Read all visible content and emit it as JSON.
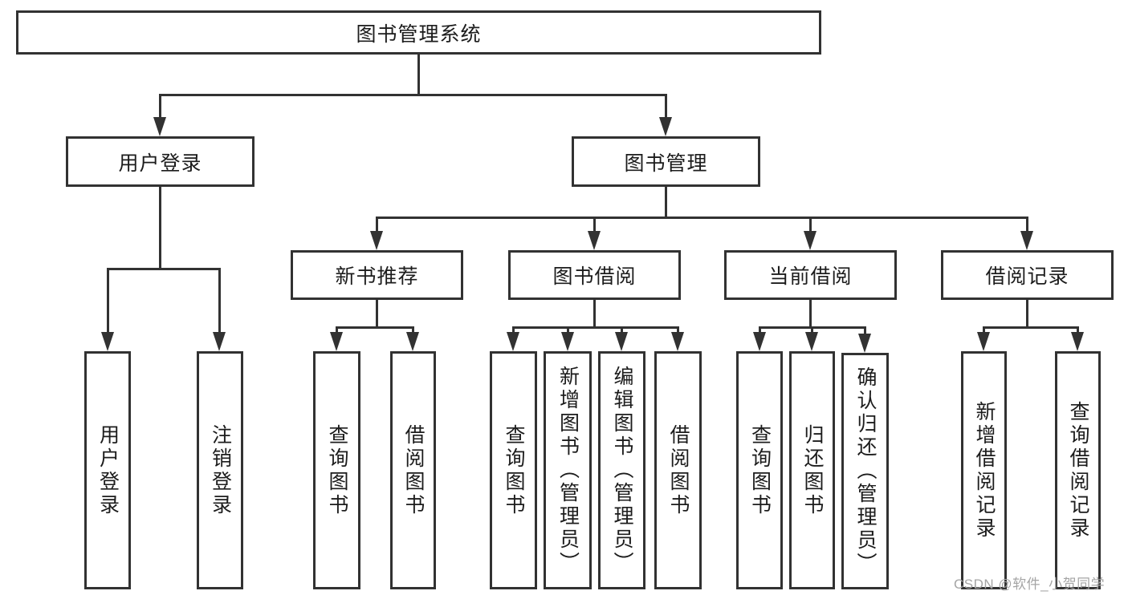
{
  "diagram": {
    "title": "图书管理系统",
    "nodes": {
      "root": "图书管理系统",
      "user_login": "用户登录",
      "book_management": "图书管理",
      "new_book_recommend": "新书推荐",
      "book_borrowing": "图书借阅",
      "current_borrowing": "当前借阅",
      "borrowing_records": "借阅记录"
    },
    "leaves": {
      "user_login": "用户登录",
      "logout_login": "注销登录",
      "nb_query_books": "查询图书",
      "nb_borrow_books": "借阅图书",
      "bb_query_books": "查询图书",
      "bb_add_books_admin": "新增图书（管理员）",
      "bb_edit_books_admin": "编辑图书（管理员）",
      "bb_borrow_books": "借阅图书",
      "cb_query_books": "查询图书",
      "cb_return_books": "归还图书",
      "cb_confirm_return_admin": "确认归还（管理员）",
      "br_add_borrow_record": "新增借阅记录",
      "br_query_borrow_record": "查询借阅记录"
    },
    "watermark": "CSDN @软件_小贺同学",
    "colors": {
      "line": "#323232",
      "text": "#1c1c1c",
      "box_background": "#ffffff",
      "watermark": "#a5a5a5"
    }
  }
}
